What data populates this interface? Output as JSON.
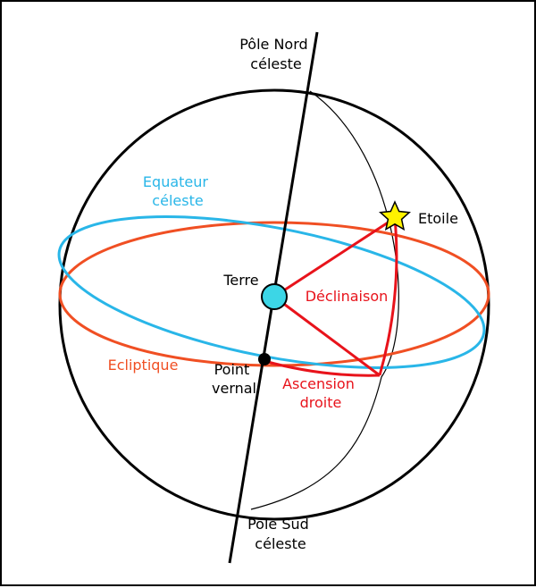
{
  "colors": {
    "equator": "#29b6e8",
    "ecliptic": "#f04f23",
    "angle": "#e8131b",
    "earth": "#3cd6e6",
    "star": "#fff200",
    "text": "#000000"
  },
  "labels": {
    "north_pole": [
      "Pôle Nord",
      "céleste"
    ],
    "south_pole": [
      "Pôle Sud",
      "céleste"
    ],
    "equator": [
      "Equateur",
      "céleste"
    ],
    "star": "Etoile",
    "earth": "Terre",
    "declination": "Déclinaison",
    "ecliptic": "Ecliptique",
    "vernal_point": [
      "Point",
      "vernal"
    ],
    "right_ascension": [
      "Ascension",
      "droite"
    ]
  }
}
